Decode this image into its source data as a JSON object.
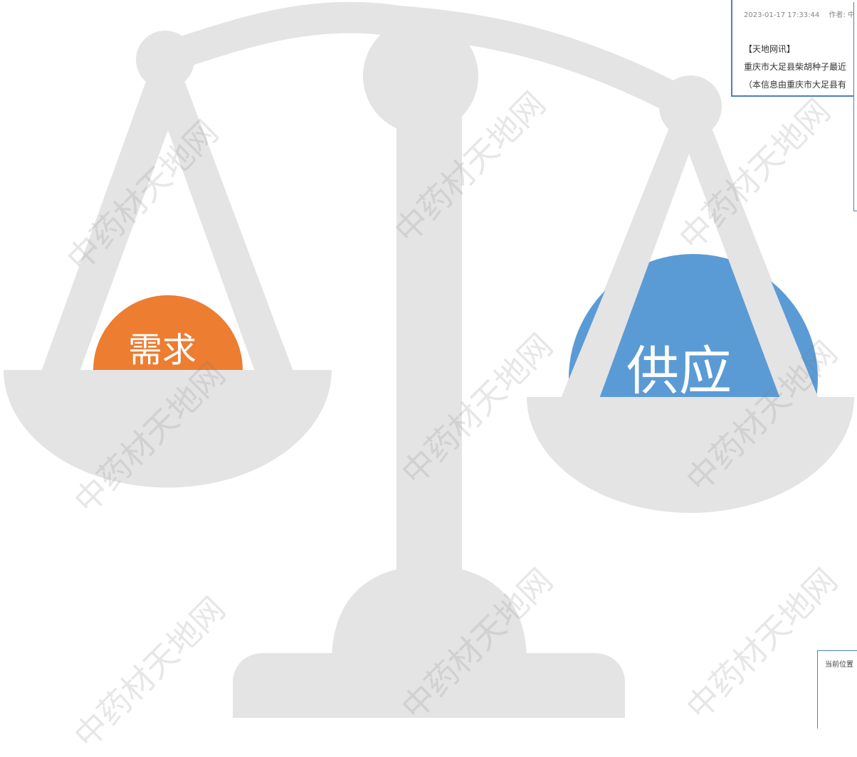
{
  "scale": {
    "demand_label": "需求",
    "supply_label": "供应",
    "colors": {
      "structure": "#e4e4e4",
      "demand": "#ed7d31",
      "supply": "#5b9bd5"
    }
  },
  "watermark_text": "中药材天地网",
  "article": {
    "datetime": "2023-01-17 17:33:44",
    "author_label": "作者:",
    "author_initial": "中",
    "source_tag": "【天地网讯】",
    "body_line": "重庆市大足县柴胡种子最近",
    "note_line": "（本信息由重庆市大足县有"
  },
  "breadcrumb": {
    "label": "当前位置"
  }
}
